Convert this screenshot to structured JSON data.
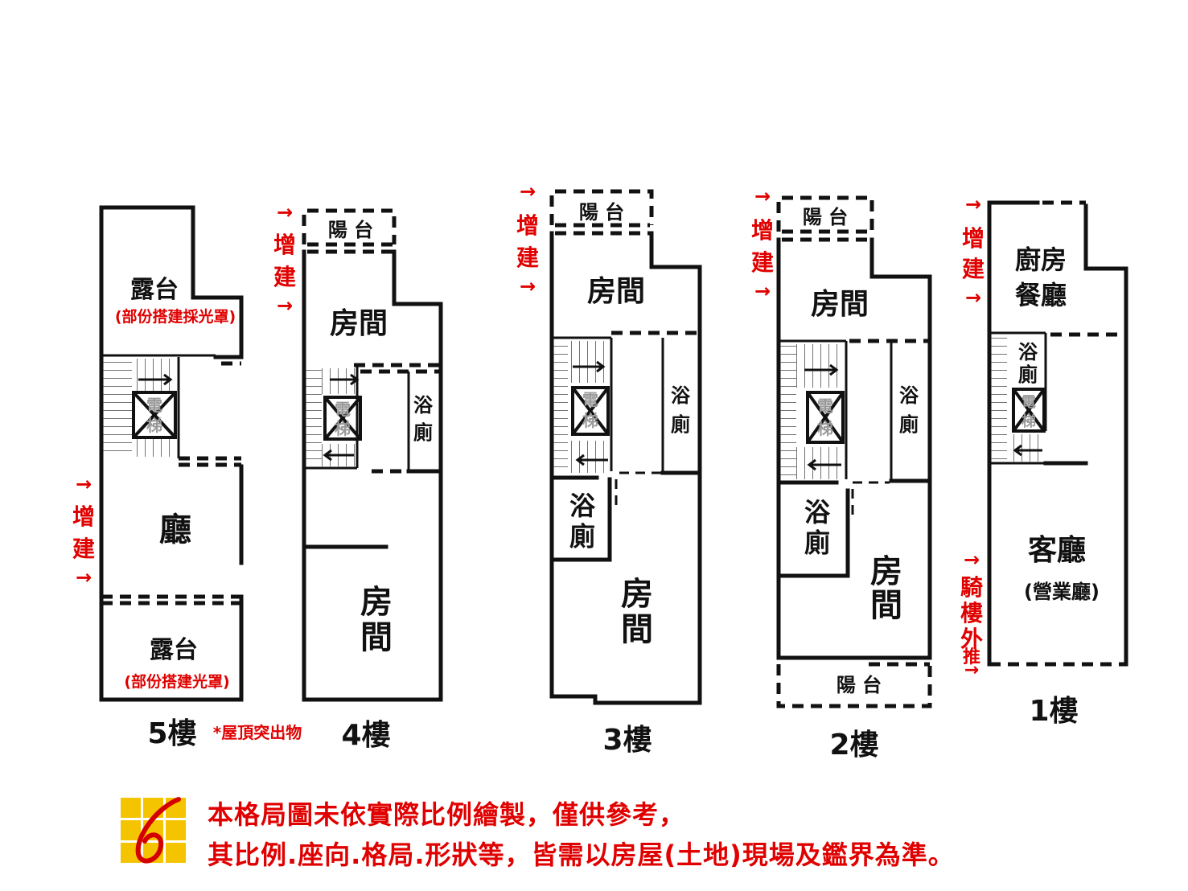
{
  "floors": {
    "f5": {
      "label": "5樓",
      "note": "*屋頂突出物",
      "terrace_top": "露台",
      "terrace_top_note": "(部份搭建採光罩)",
      "hall": "廳",
      "terrace_bottom": "露台",
      "terrace_bottom_note": "(部份搭建光罩)",
      "extension": [
        "→",
        "增",
        "建",
        "→"
      ],
      "elevator": [
        "電",
        "梯"
      ]
    },
    "f4": {
      "label": "4樓",
      "balcony": "陽 台",
      "room_top": "房間",
      "bath": [
        "浴",
        "廁"
      ],
      "room_bottom": [
        "房",
        "間"
      ],
      "extension": [
        "→",
        "增",
        "建",
        "→"
      ],
      "elevator": [
        "電",
        "梯"
      ]
    },
    "f3": {
      "label": "3樓",
      "balcony": "陽 台",
      "room_top": "房間",
      "bath_right": [
        "浴",
        "廁"
      ],
      "bath_left": [
        "浴",
        "廁"
      ],
      "room_bottom": [
        "房",
        "間"
      ],
      "extension": [
        "→",
        "增",
        "建",
        "→"
      ],
      "elevator": [
        "電",
        "梯"
      ]
    },
    "f2": {
      "label": "2樓",
      "balcony_top": "陽 台",
      "room_top": "房間",
      "bath_right": [
        "浴",
        "廁"
      ],
      "bath_left": [
        "浴",
        "廁"
      ],
      "room_bottom": [
        "房",
        "間"
      ],
      "balcony_bottom": "陽 台",
      "extension": [
        "→",
        "增",
        "建",
        "→"
      ],
      "elevator": [
        "電",
        "梯"
      ]
    },
    "f1": {
      "label": "1樓",
      "kitchen": "廚房",
      "dining": "餐廳",
      "bath": [
        "浴",
        "廁"
      ],
      "living": "客廳",
      "living_note": "(營業廳)",
      "extension": [
        "→",
        "增",
        "建",
        "→"
      ],
      "arcade": [
        "→",
        "騎",
        "樓",
        "外",
        "推",
        "→"
      ],
      "elevator": [
        "電",
        "梯"
      ]
    }
  },
  "disclaimer": {
    "line1": "本格局圖未依實際比例繪製，僅供參考，",
    "line2": "其比例.座向.格局.形狀等，皆需以房屋(土地)現場及鑑界為準。"
  },
  "colors": {
    "red": "#e00000",
    "logo_yellow": "#f5c400",
    "logo_red": "#d40000"
  },
  "icons": {
    "logo": "company-logo-icon",
    "elevator": "elevator-x-icon"
  }
}
